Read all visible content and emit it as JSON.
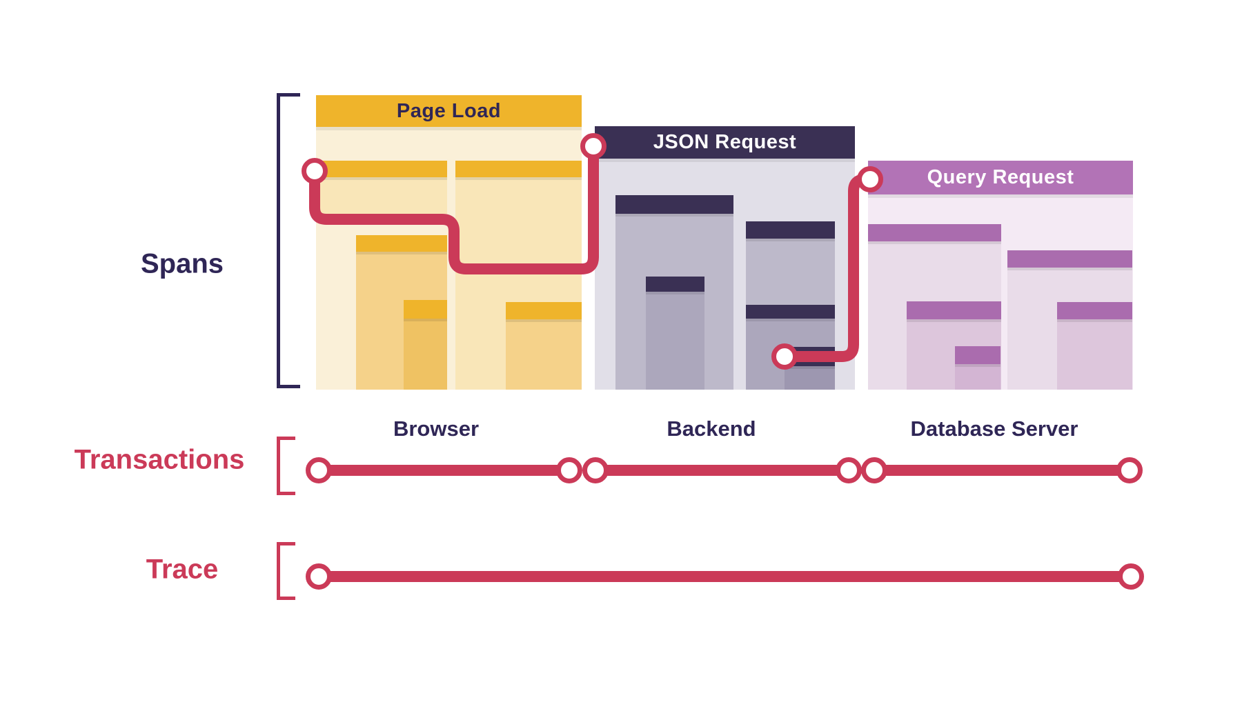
{
  "labels": {
    "spans": "Spans",
    "transactions": "Transactions",
    "trace": "Trace"
  },
  "panels": [
    {
      "title": "Page Load",
      "service": "Browser"
    },
    {
      "title": "JSON Request",
      "service": "Backend"
    },
    {
      "title": "Query Request",
      "service": "Database Server"
    }
  ],
  "colors": {
    "accent_red": "#CB3A58",
    "navy_text": "#2F2656",
    "yellow_header": "#EFB42B",
    "yellow_body": "#FAF0D8",
    "yellow_card": "#F9E6B8",
    "yellow_nested": "#F5D28A",
    "yellow_deep": "#EFC263",
    "navy_header": "#3A3054",
    "grey_body": "#E1DFE8",
    "grey_card": "#BDB9CA",
    "grey_nested": "#ACA7BC",
    "grey_deep": "#9D97B0",
    "purple_header": "#B273B6",
    "purple_card_header": "#AA6CAE",
    "purple_body": "#F4EAF4",
    "purple_card": "#E9DCE9",
    "purple_nested": "#DDC6DC",
    "purple_deep": "#D3B5D3"
  }
}
